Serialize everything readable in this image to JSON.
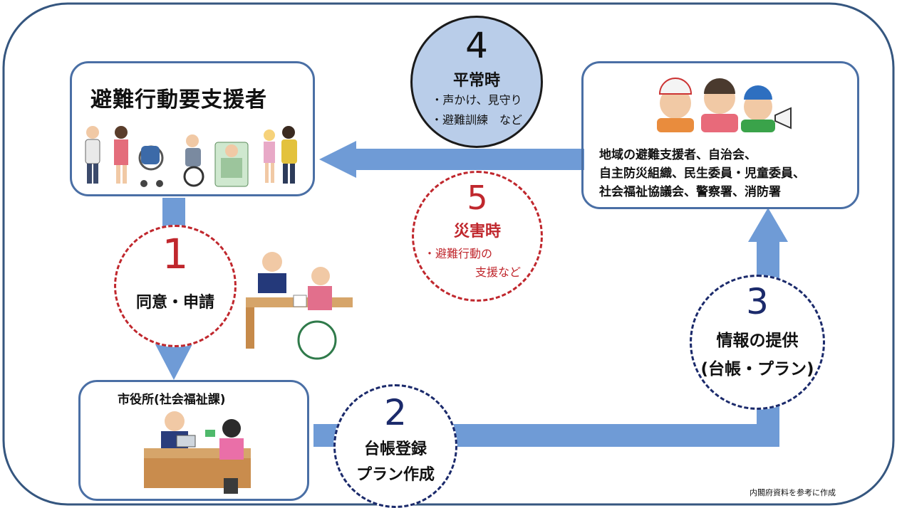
{
  "supporters_box": {
    "title": "避難行動要支援者"
  },
  "cityhall_box": {
    "title": "市役所(社会福祉課)"
  },
  "community_box": {
    "lines": [
      "地域の避難支援者、自治会、",
      "自主防災組織、民生委員・児童委員、",
      "社会福祉協議会、警察署、消防署"
    ]
  },
  "steps": [
    {
      "number": "1",
      "label": "同意・申請"
    },
    {
      "number": "2",
      "lines": [
        "台帳登録",
        "プラン作成"
      ]
    },
    {
      "number": "3",
      "lines": [
        "情報の提供",
        "(台帳・プラン)"
      ]
    },
    {
      "number": "4",
      "heading": "平常時",
      "lines": [
        "・声かけ、見守り",
        "・避難訓練　など"
      ]
    },
    {
      "number": "5",
      "heading": "災害時",
      "lines": [
        "・避難行動の",
        "支援など"
      ]
    }
  ],
  "source_note": "内閣府資料を参考に作成",
  "colors": {
    "frame": "#35567f",
    "arrow": "#6f9bd6",
    "red": "#c0272d",
    "navy": "#1b2a6b",
    "step4_fill": "#b9cde9"
  }
}
